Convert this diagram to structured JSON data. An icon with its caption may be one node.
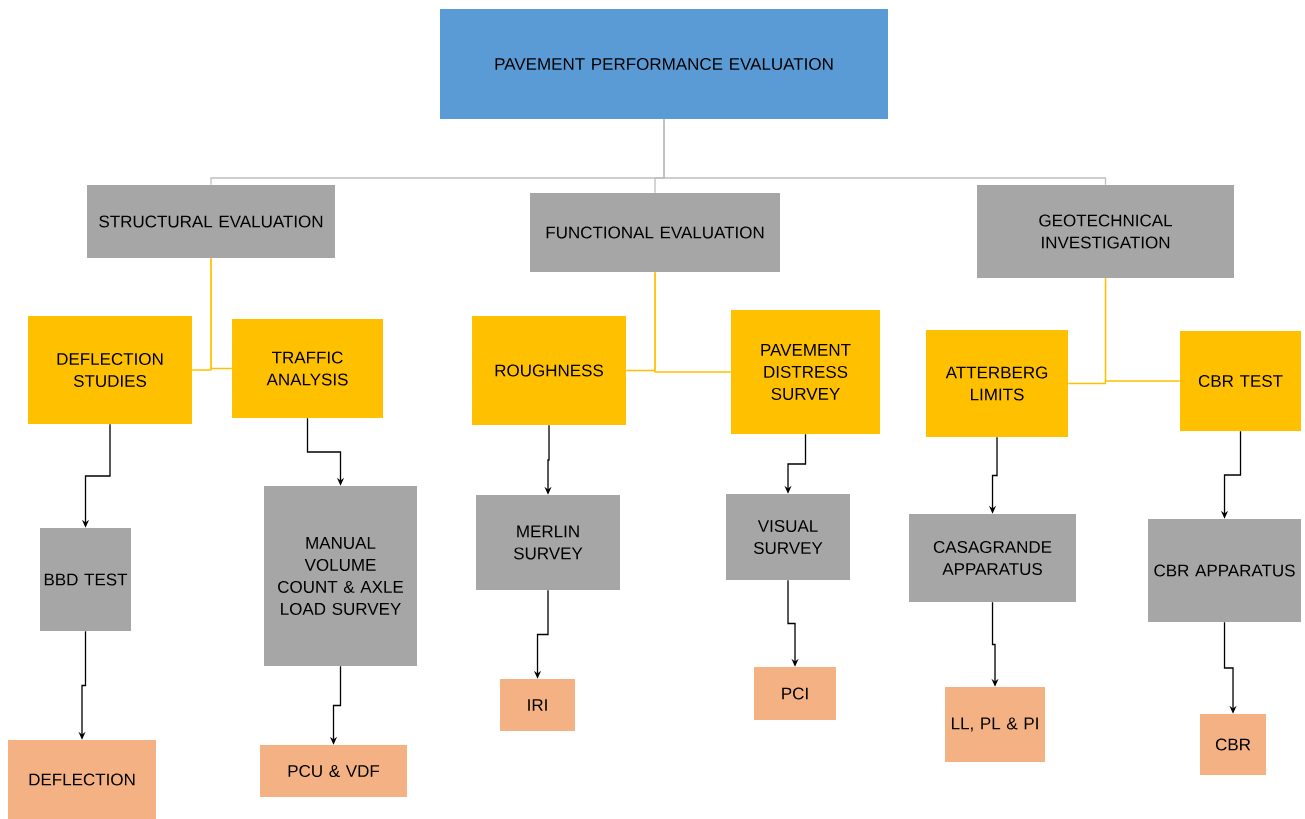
{
  "diagram": {
    "nodes": [
      {
        "text": [
          "PAVEMENT PERFORMANCE EVALUATION"
        ]
      },
      {
        "text": [
          "STRUCTURAL EVALUATION"
        ]
      },
      {
        "text": [
          "FUNCTIONAL EVALUATION"
        ]
      },
      {
        "text": [
          "GEOTECHNICAL INVESTIGATION"
        ]
      },
      {
        "text": [
          "DEFLECTION STUDIES"
        ]
      },
      {
        "text": [
          "TRAFFIC ANALYSIS"
        ]
      },
      {
        "text": [
          "ROUGHNESS"
        ]
      },
      {
        "text": [
          "PAVEMENT DISTRESS SURVEY"
        ]
      },
      {
        "text": [
          "ATTERBERG LIMITS"
        ]
      },
      {
        "text": [
          "CBR TEST"
        ]
      },
      {
        "text": [
          "BBD TEST"
        ]
      },
      {
        "text": [
          "MANUAL VOLUME COUNT & AXLE LOAD SURVEY"
        ]
      },
      {
        "text": [
          "MERLIN SURVEY"
        ]
      },
      {
        "text": [
          "VISUAL SURVEY"
        ]
      },
      {
        "text": [
          "CASAGRANDE APPARATUS"
        ]
      },
      {
        "text": [
          "CBR APPARATUS"
        ]
      },
      {
        "text": [
          "DEFLECTION"
        ]
      },
      {
        "text": [
          "PCU & VDF"
        ]
      },
      {
        "text": [
          "IRI"
        ]
      },
      {
        "text": [
          "PCI"
        ]
      },
      {
        "text": [
          "LL, PL & PI"
        ]
      },
      {
        "text": [
          "CBR"
        ]
      }
    ],
    "edges": [
      {
        "from": 0,
        "to": 1,
        "arrow": "none",
        "color": "#bfbfbf"
      },
      {
        "from": 0,
        "to": 2,
        "arrow": "none",
        "color": "#bfbfbf"
      },
      {
        "from": 0,
        "to": 3,
        "arrow": "none",
        "color": "#bfbfbf"
      },
      {
        "from": 1,
        "to": 4,
        "arrow": "none",
        "color": "#ffc000"
      },
      {
        "from": 1,
        "to": 5,
        "arrow": "none",
        "color": "#ffc000"
      },
      {
        "from": 2,
        "to": 6,
        "arrow": "none",
        "color": "#ffc000"
      },
      {
        "from": 2,
        "to": 7,
        "arrow": "none",
        "color": "#ffc000"
      },
      {
        "from": 3,
        "to": 8,
        "arrow": "none",
        "color": "#ffc000"
      },
      {
        "from": 3,
        "to": 9,
        "arrow": "none",
        "color": "#ffc000"
      },
      {
        "from": 4,
        "to": 10,
        "arrow": "to"
      },
      {
        "from": 5,
        "to": 11,
        "arrow": "to"
      },
      {
        "from": 6,
        "to": 12,
        "arrow": "to"
      },
      {
        "from": 7,
        "to": 13,
        "arrow": "to"
      },
      {
        "from": 8,
        "to": 14,
        "arrow": "to"
      },
      {
        "from": 9,
        "to": 15,
        "arrow": "to"
      },
      {
        "from": 10,
        "to": 16,
        "arrow": "to"
      },
      {
        "from": 11,
        "to": 17,
        "arrow": "to"
      },
      {
        "from": 12,
        "to": 18,
        "arrow": "to"
      },
      {
        "from": 13,
        "to": 19,
        "arrow": "to"
      },
      {
        "from": 14,
        "to": 20,
        "arrow": "to"
      },
      {
        "from": 15,
        "to": 21,
        "arrow": "to"
      }
    ]
  }
}
